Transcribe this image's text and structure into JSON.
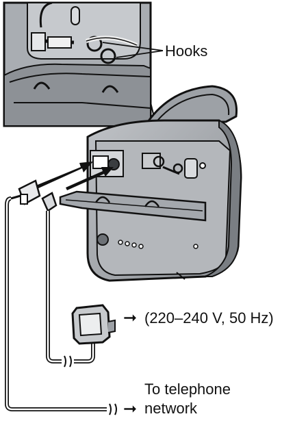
{
  "callouts": {
    "hooks": "Hooks",
    "power_spec": "(220–240 V, 50 Hz)",
    "network_line1": "To telephone",
    "network_line2": "network"
  },
  "icons": {
    "pointer_arrow": "➞"
  }
}
